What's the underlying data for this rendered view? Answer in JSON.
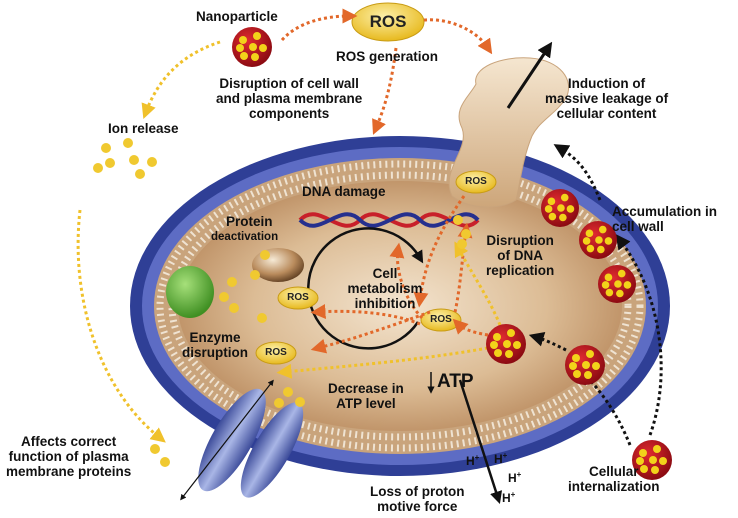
{
  "labels": {
    "nanoparticle": "Nanoparticle",
    "ros_big": "ROS",
    "ros_generation": "ROS generation",
    "disruption_wall": [
      "Disruption of cell wall",
      "and plasma membrane",
      "components"
    ],
    "induction": [
      "Induction of",
      "massive leakage of",
      "cellular content"
    ],
    "ion_release": "Ion release",
    "dna_damage": "DNA damage",
    "protein": "Protein",
    "deactivation": "deactivation",
    "accumulation": [
      "Accumulation in",
      "cell wall"
    ],
    "disruption_dna": [
      "Disruption",
      "of DNA",
      "replication"
    ],
    "cell_metabolism": [
      "Cell",
      "metabolism",
      "inhibition"
    ],
    "enzyme": [
      "Enzyme",
      "disruption"
    ],
    "decrease_atp": [
      "Decrease in",
      "ATP level"
    ],
    "atp": "ATP",
    "affects": [
      "Affects correct",
      "function of plasma",
      "membrane proteins"
    ],
    "cellular_internalization": [
      "Cellular",
      "internalization"
    ],
    "loss_proton": [
      "Loss of proton",
      "motive force"
    ],
    "ros_small": "ROS",
    "h_plus": "H",
    "h_sup": "+"
  },
  "colors": {
    "outer_membrane": "#2f3f96",
    "inner_membrane": "#4a5ab8",
    "cytoplasm": "#d7b58f",
    "nanoparticle": "#b3121a",
    "nanoparticle_dots": "#f2d31a",
    "ros": "#f0c930",
    "arrow_orange": "#e2682a",
    "arrow_yellow": "#f0c12b",
    "protein_green": "#5fb83a",
    "dna_red": "#c8202a",
    "dna_blue": "#26308e"
  }
}
